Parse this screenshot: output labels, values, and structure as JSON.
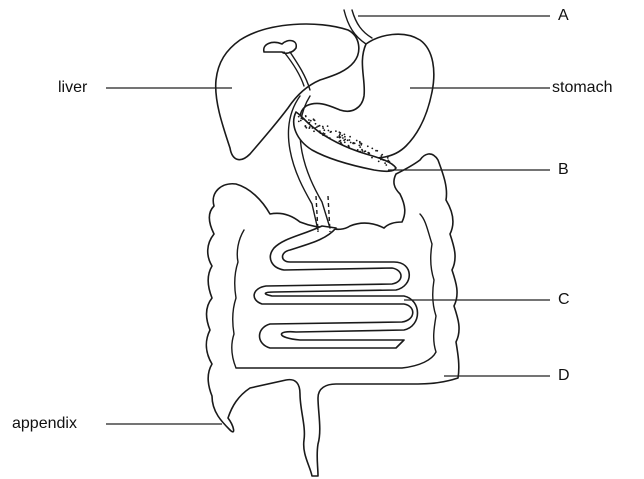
{
  "labels": {
    "liver": "liver",
    "stomach": "stomach",
    "a": "A",
    "b": "B",
    "c": "C",
    "d": "D",
    "appendix": "appendix"
  },
  "colors": {
    "line": "#1a1a1a",
    "background": "#ffffff"
  }
}
